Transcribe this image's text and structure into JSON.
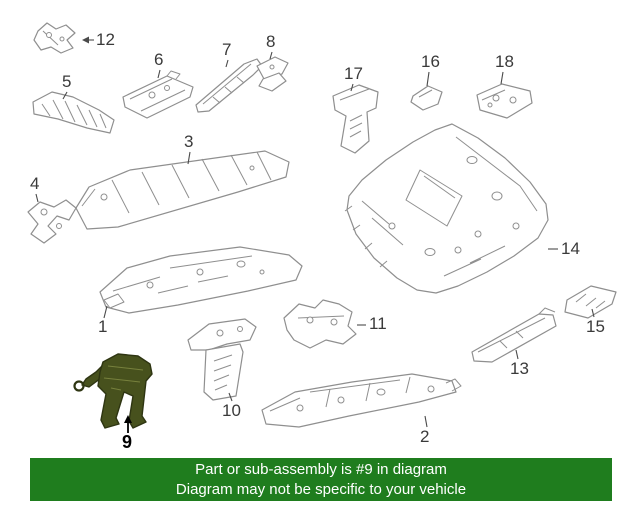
{
  "diagram": {
    "highlighted_part": "9",
    "labels": [
      {
        "part": "12"
      },
      {
        "part": "5"
      },
      {
        "part": "6"
      },
      {
        "part": "7"
      },
      {
        "part": "8"
      },
      {
        "part": "17"
      },
      {
        "part": "16"
      },
      {
        "part": "18"
      },
      {
        "part": "3"
      },
      {
        "part": "4"
      },
      {
        "part": "14"
      },
      {
        "part": "1"
      },
      {
        "part": "11"
      },
      {
        "part": "15"
      },
      {
        "part": "13"
      },
      {
        "part": "10"
      },
      {
        "part": "9"
      },
      {
        "part": "2"
      }
    ],
    "colors": {
      "part_outline": "#8f8f8f",
      "highlight_fill": "#47511d",
      "highlight_stroke": "#2e3512",
      "label_text": "#3a3a3a",
      "banner_bg": "#1f7d1e",
      "banner_text": "#ffffff"
    }
  },
  "banner": {
    "line1": "Part or sub-assembly is #9 in diagram",
    "line2": "Diagram may not be specific to your vehicle"
  }
}
